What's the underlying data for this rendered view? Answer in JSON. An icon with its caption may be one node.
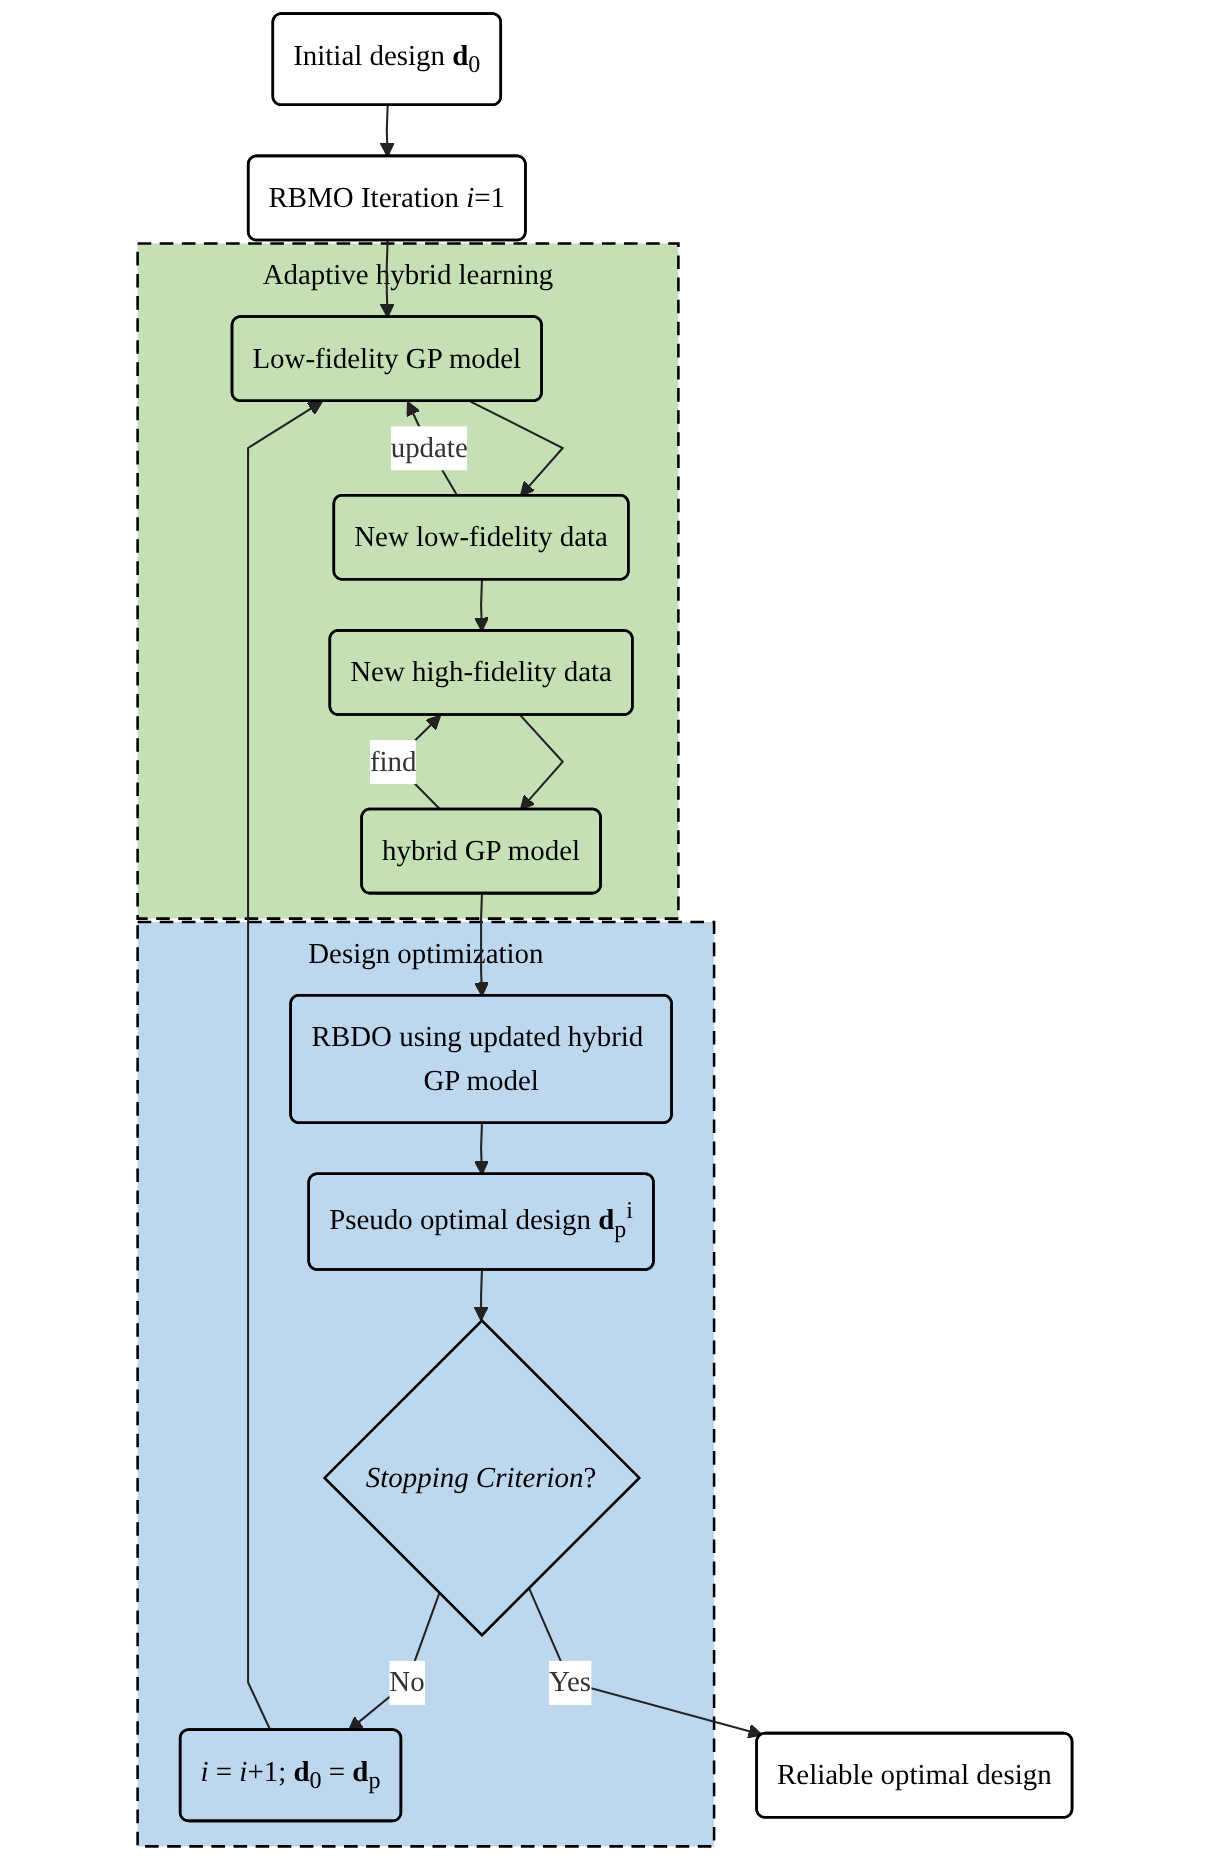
{
  "diagram": {
    "nodes": [
      {
        "text": [
          "Initial design **d**$_{0}$"
        ]
      },
      {
        "text": [
          "RBMO Iteration *i*=1"
        ]
      },
      {
        "text": [
          "Adaptive hybrid learning"
        ]
      },
      {
        "text": [
          "Low-fidelity GP model"
        ],
        "in": 2
      },
      {
        "text": [
          "New low-fidelity data"
        ],
        "in": 2
      },
      {
        "text": [
          "New high-fidelity data"
        ],
        "in": 2
      },
      {
        "text": [
          "hybrid GP model"
        ],
        "in": 2
      },
      {
        "text": [
          "Design optimization"
        ]
      },
      {
        "text": [
          "RBDO using updated hybrid GP model"
        ],
        "in": 7
      },
      {
        "text": [
          "*i* = *i*+1; **d**$_{0}$ = **d**$_{p}$"
        ],
        "in": 7
      },
      {
        "text": [
          "Pseudo optimal design **d**$_{p}$$^{i}$"
        ],
        "in": 7
      },
      {
        "text": [
          "*Stopping Criterion*?"
        ],
        "in": 7
      },
      {
        "text": [
          "Reliable optimal design"
        ]
      }
    ],
    "edges": [
      {
        "from": 0,
        "to": 1,
        "arrow": "to"
      },
      {
        "from": 1,
        "to": 3,
        "arrow": "to"
      },
      {
        "from": 3,
        "to": 4,
        "arrow": "to"
      },
      {
        "from": 4,
        "to": 3,
        "arrow": "to",
        "label": "update"
      },
      {
        "from": 4,
        "to": 5,
        "arrow": "to"
      },
      {
        "from": 5,
        "to": 6,
        "arrow": "to"
      },
      {
        "from": 6,
        "to": 5,
        "arrow": "to",
        "label": "find"
      },
      {
        "from": 6,
        "to": 8,
        "arrow": "to"
      },
      {
        "from": 8,
        "to": 10,
        "arrow": "to"
      },
      {
        "from": 10,
        "to": 11,
        "arrow": "to"
      },
      {
        "from": 11,
        "to": 9,
        "arrow": "to",
        "label": "No"
      },
      {
        "from": 9,
        "to": 3,
        "arrow": "to"
      },
      {
        "from": 11,
        "to": 12,
        "arrow": "to",
        "label": "Yes"
      }
    ]
  }
}
